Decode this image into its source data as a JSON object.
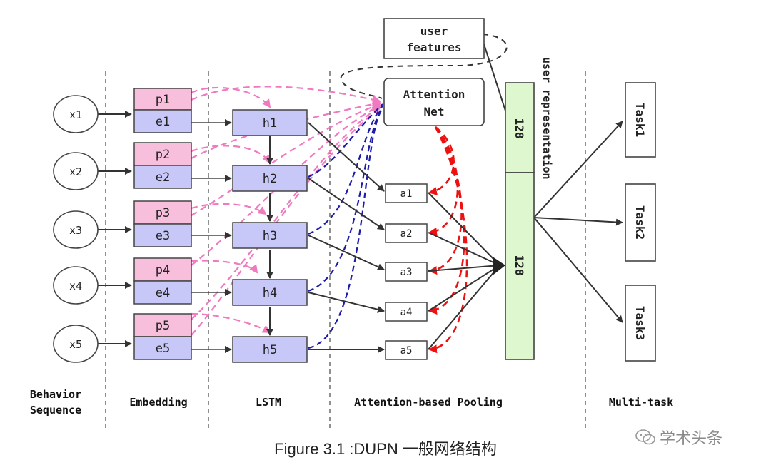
{
  "columns": {
    "behavior_line1": "Behavior",
    "behavior_line2": "Sequence",
    "embedding": "Embedding",
    "lstm": "LSTM",
    "pooling": "Attention-based Pooling",
    "multitask": "Multi-task"
  },
  "inputs": [
    "x1",
    "x2",
    "x3",
    "x4",
    "x5"
  ],
  "p_nodes": [
    "p1",
    "p2",
    "p3",
    "p4",
    "p5"
  ],
  "e_nodes": [
    "e1",
    "e2",
    "e3",
    "e4",
    "e5"
  ],
  "h_nodes": [
    "h1",
    "h2",
    "h3",
    "h4",
    "h5"
  ],
  "a_nodes": [
    "a1",
    "a2",
    "a3",
    "a4",
    "a5"
  ],
  "user_features_line1": "user",
  "user_features_line2": "features",
  "attention_line1": "Attention",
  "attention_line2": "Net",
  "user_representation": "user representation",
  "rep_top": "128",
  "rep_bottom": "128",
  "tasks": [
    "Task1",
    "Task2",
    "Task3"
  ],
  "caption": "Figure 3.1 :DUPN 一般网络结构",
  "watermark": "学术头条",
  "colors": {
    "pink_fill": "#f7bfdc",
    "blue_fill": "#c8c8f8",
    "green_fill": "#dff7cf",
    "pink_arrow": "#f07ac0",
    "blue_dash": "#1c1ca8",
    "red_dash": "#ee1111",
    "dark": "#333333"
  }
}
